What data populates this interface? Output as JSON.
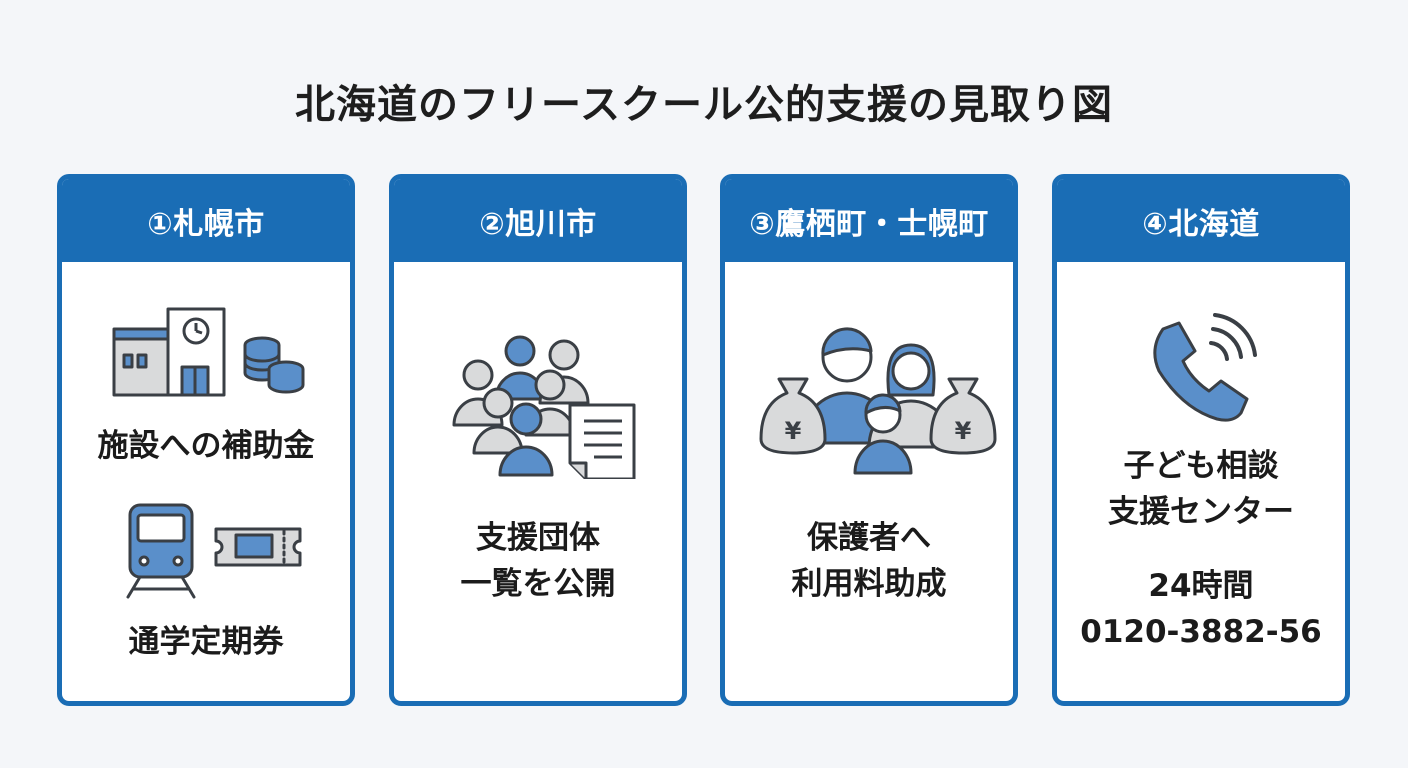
{
  "title": "北海道のフリースクール公的支援の見取り図",
  "colors": {
    "accent": "#1a6db5",
    "icon_blue": "#5a8fca",
    "icon_gray": "#d9dadb",
    "icon_stroke": "#3a3f45"
  },
  "cards": [
    {
      "header": "①札幌市",
      "items": [
        {
          "icon": "school-building-with-coins-icon",
          "lines": [
            "施設への補助金"
          ]
        },
        {
          "icon": "train-and-ticket-icon",
          "lines": [
            "通学定期券"
          ]
        }
      ]
    },
    {
      "header": "②旭川市",
      "items": [
        {
          "icon": "group-with-document-icon",
          "lines": [
            "支援団体",
            "一覧を公開"
          ]
        }
      ]
    },
    {
      "header": "③鷹栖町・士幌町",
      "items": [
        {
          "icon": "family-with-money-bags-icon",
          "lines": [
            "保護者へ",
            "利用料助成"
          ]
        }
      ]
    },
    {
      "header": "④北海道",
      "items": [
        {
          "icon": "phone-icon",
          "lines": [
            "子ども相談",
            "支援センター",
            "24時間",
            "0120-3882-56"
          ]
        }
      ]
    }
  ]
}
